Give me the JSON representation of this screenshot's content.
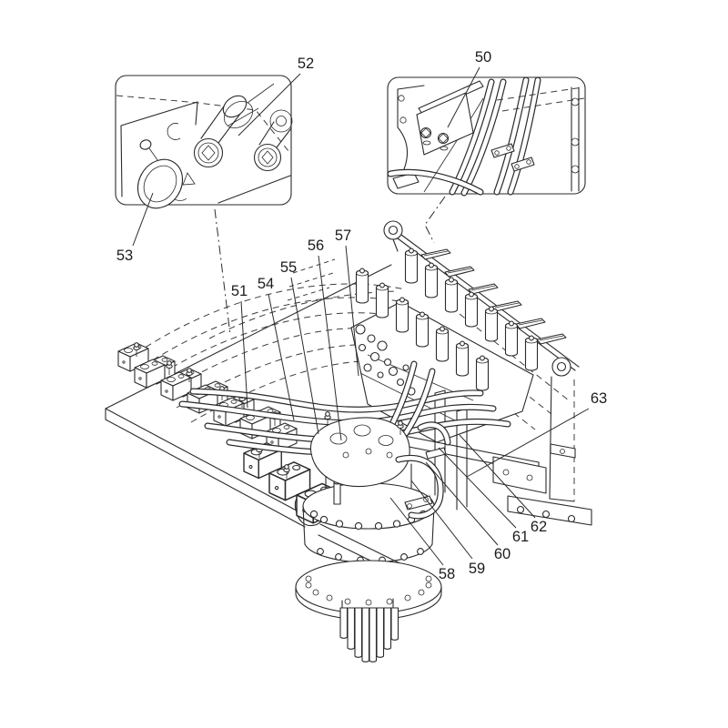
{
  "figure": {
    "kind": "exploded-parts-diagram",
    "colors": {
      "background": "#ffffff",
      "line": "#2b2b2b",
      "label": "#1c1c1c"
    }
  },
  "callouts": [
    {
      "label": "50"
    },
    {
      "label": "51"
    },
    {
      "label": "52"
    },
    {
      "label": "53"
    },
    {
      "label": "54"
    },
    {
      "label": "55"
    },
    {
      "label": "56"
    },
    {
      "label": "57"
    },
    {
      "label": "58"
    },
    {
      "label": "59"
    },
    {
      "label": "60"
    },
    {
      "label": "61"
    },
    {
      "label": "62"
    },
    {
      "label": "63"
    }
  ]
}
